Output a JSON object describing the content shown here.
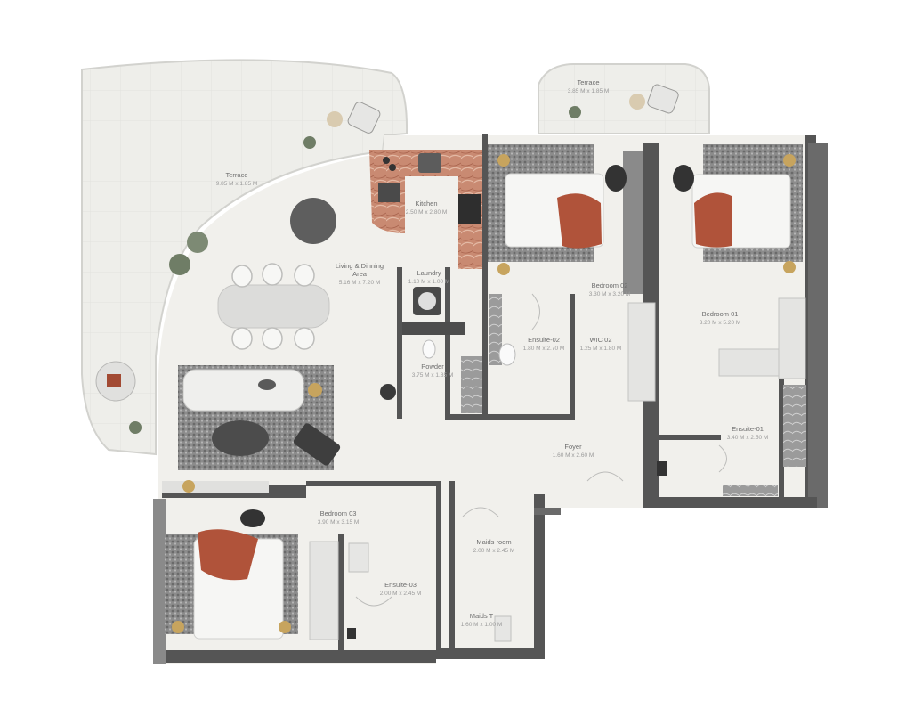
{
  "rooms": {
    "terrace_left": {
      "name": "Terrace",
      "dim": "9.85 M x 1.85 M"
    },
    "terrace_top": {
      "name": "Terrace",
      "dim": "3.85 M x 1.85 M"
    },
    "kitchen": {
      "name": "Kitchen",
      "dim": "2.50 M x 2.80 M"
    },
    "living": {
      "name": "Living & Dinning",
      "name2": "Area",
      "dim": "5.16 M x 7.20 M"
    },
    "laundry": {
      "name": "Laundry",
      "dim": "1.10 M x 1.00 M"
    },
    "powder": {
      "name": "Powder",
      "dim": "3.75 M x 1.85 M"
    },
    "bedroom_02": {
      "name": "Bedroom 02",
      "dim": "3.30 M x 3.20 M"
    },
    "ensuite_02": {
      "name": "Ensuite-02",
      "dim": "1.80 M x 2.70 M"
    },
    "wic_02": {
      "name": "WIC 02",
      "dim": "1.25 M x 1.80 M"
    },
    "bedroom_01": {
      "name": "Bedroom 01",
      "dim": "3.20 M x 5.20 M"
    },
    "ensuite_01": {
      "name": "Ensuite-01",
      "dim": "3.40 M x 2.50 M"
    },
    "foyer": {
      "name": "Foyer",
      "dim": "1.60 M x 2.60 M"
    },
    "bedroom_03": {
      "name": "Bedroom 03",
      "dim": "3.90 M x 3.15 M"
    },
    "ensuite_03": {
      "name": "Ensuite-03",
      "dim": "2.00 M x 2.45 M"
    },
    "maids_room": {
      "name": "Maids room",
      "dim": "2.00 M x 2.45 M"
    },
    "maids_t": {
      "name": "Maids T",
      "dim": "1.60 M x 1.00 M"
    }
  },
  "colors": {
    "floor": "#f1f0ec",
    "wall": "#555555",
    "terrace": "#ededea",
    "accent_rust": "#b0533a",
    "marble": "#c98a72"
  }
}
